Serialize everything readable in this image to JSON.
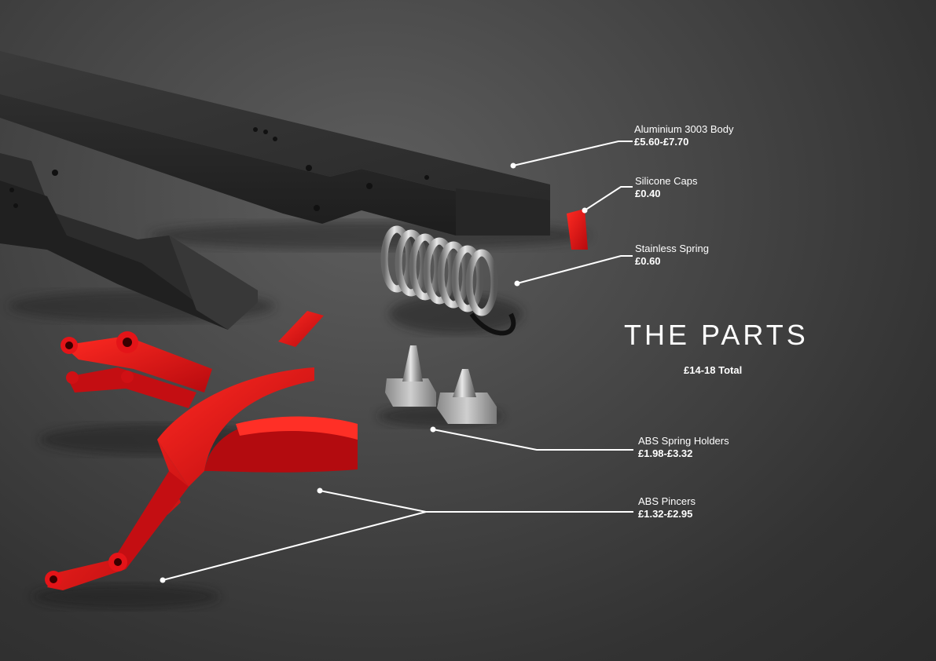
{
  "title": "THE PARTS",
  "total": "£14-18 Total",
  "accent_color": "#e41418",
  "parts": [
    {
      "name": "Aluminium 3003 Body",
      "price": "£5.60-£7.70"
    },
    {
      "name": "Silicone Caps",
      "price": "£0.40"
    },
    {
      "name": "Stainless Spring",
      "price": "£0.60"
    },
    {
      "name": "ABS Spring Holders",
      "price": "£1.98-£3.32"
    },
    {
      "name": "ABS Pincers",
      "price": "£1.32-£2.95"
    }
  ]
}
